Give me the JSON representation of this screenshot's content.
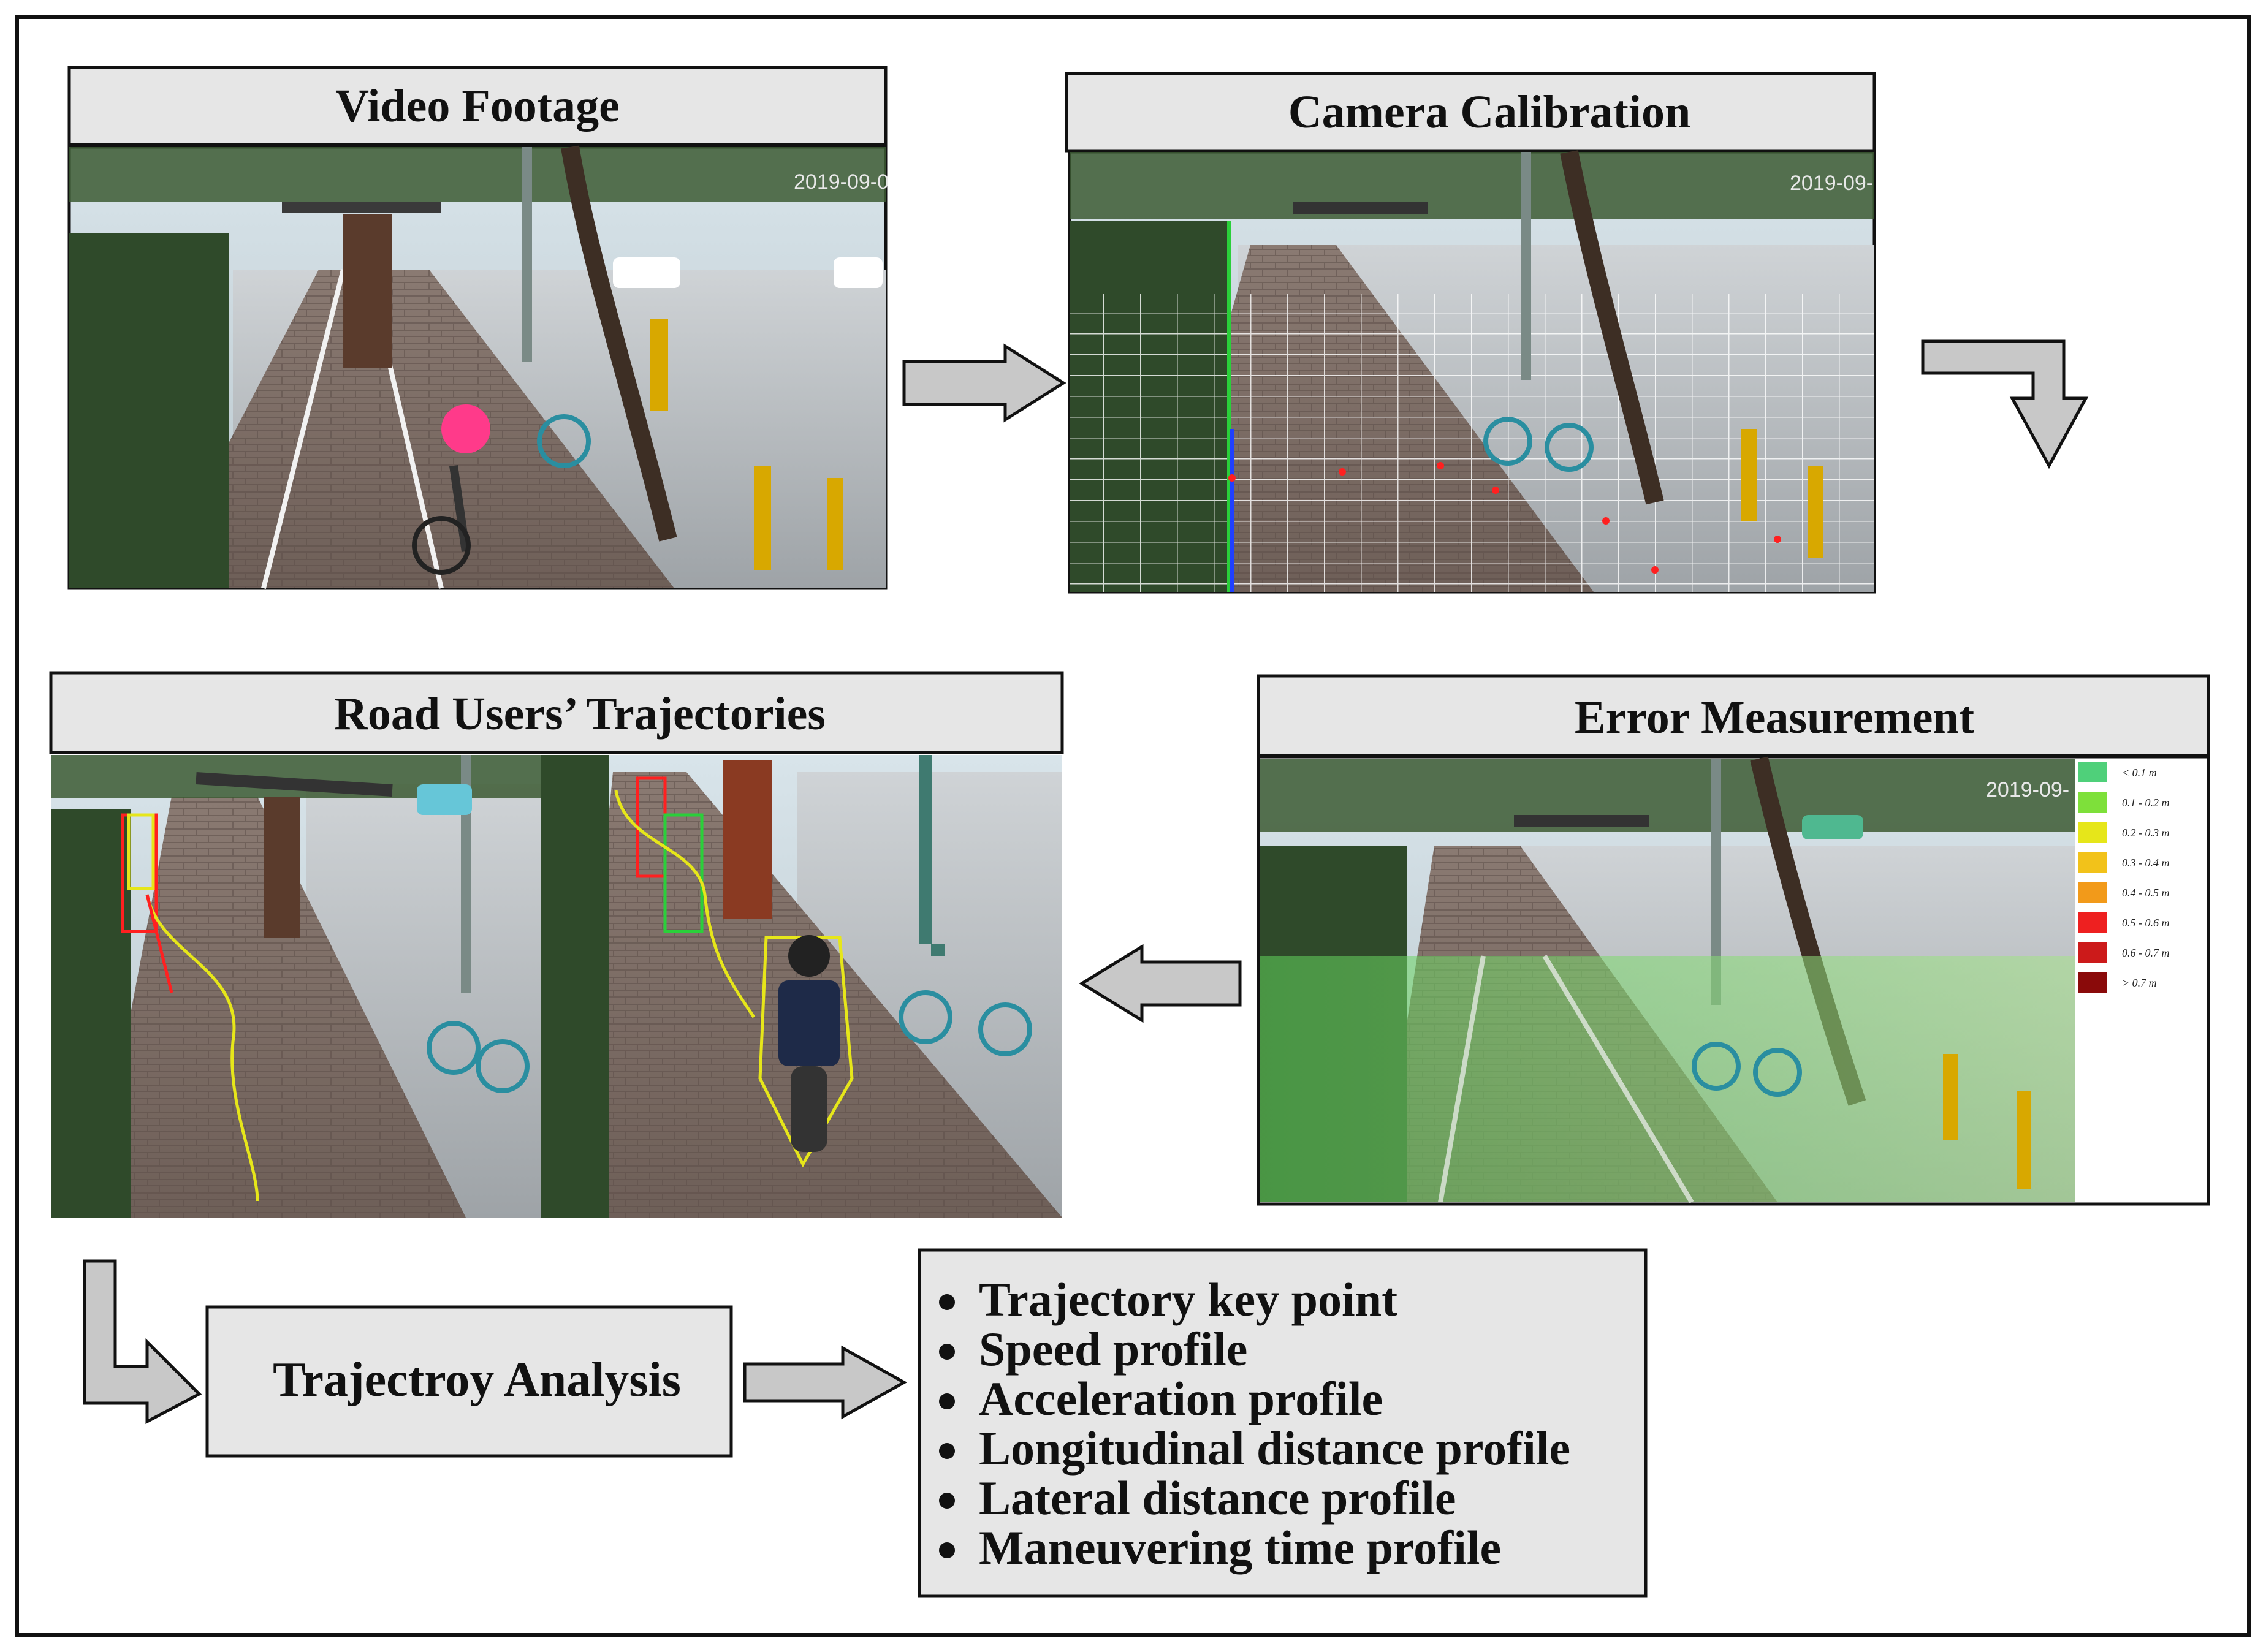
{
  "panels": {
    "video_footage": {
      "title": "Video Footage",
      "timestamp": "2019-09-0"
    },
    "camera_calibration": {
      "title": "Camera Calibration",
      "timestamp": "2019-09-"
    },
    "road_users_trajectories": {
      "title": "Road Users’ Trajectories"
    },
    "error_measurement": {
      "title": "Error Measurement",
      "timestamp": "2019-09-",
      "legend": [
        {
          "label": "< 0.1 m",
          "color": "#4fd07a"
        },
        {
          "label": "0.1 - 0.2 m",
          "color": "#7ee03a"
        },
        {
          "label": "0.2 - 0.3 m",
          "color": "#e6e61a"
        },
        {
          "label": "0.3 - 0.4 m",
          "color": "#f2c21a"
        },
        {
          "label": "0.4 - 0.5 m",
          "color": "#f29a1a"
        },
        {
          "label": "0.5 - 0.6 m",
          "color": "#ee2020"
        },
        {
          "label": "0.6 - 0.7 m",
          "color": "#cc1a1a"
        },
        {
          "label": "> 0.7 m",
          "color": "#8a0a0a"
        }
      ]
    }
  },
  "analysis": {
    "label": "Trajectroy Analysis"
  },
  "outputs": {
    "items": [
      "Trajectory key point",
      "Speed profile",
      "Acceleration profile",
      "Longitudinal distance profile",
      "Lateral distance profile",
      "Maneuvering time profile"
    ]
  },
  "colors": {
    "title_bar_fill": "#e6e6e6",
    "arrow_fill": "#c8c8c8",
    "border": "#111111"
  }
}
